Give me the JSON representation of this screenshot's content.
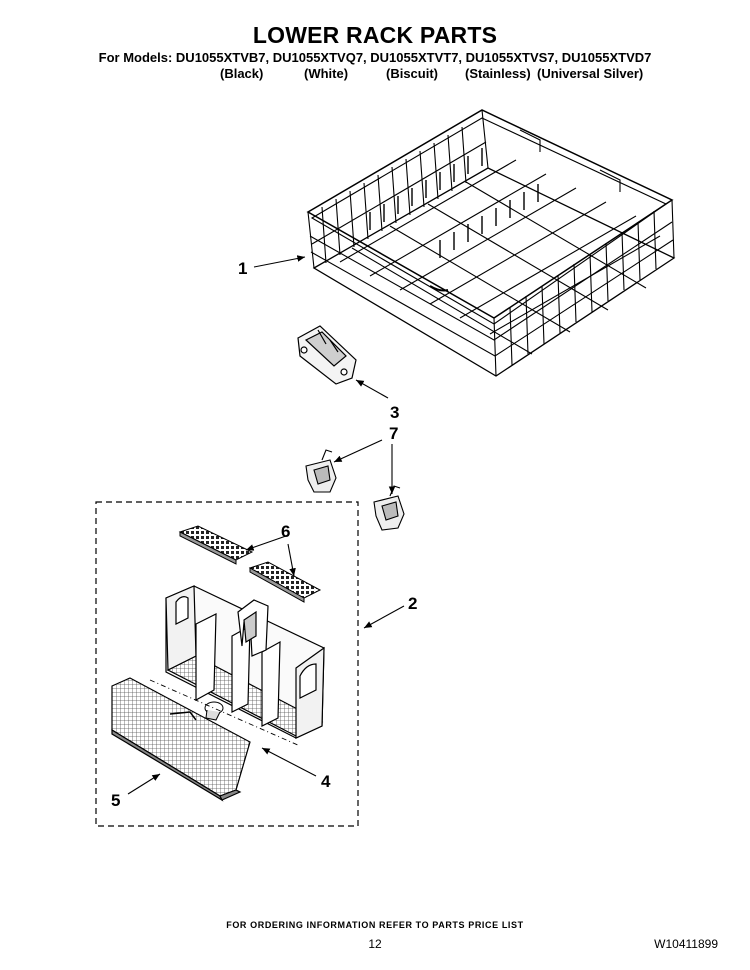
{
  "header": {
    "title": "LOWER RACK PARTS",
    "models_line": "For Models: DU1055XTVB7, DU1055XTVQ7, DU1055XTVT7, DU1055XTVS7, DU1055XTVD7",
    "variants": [
      "(Black)",
      "(White)",
      "(Biscuit)",
      "(Stainless)",
      "(Universal Silver)"
    ]
  },
  "callouts": {
    "c1": "1",
    "c2": "2",
    "c3": "3",
    "c4": "4",
    "c5": "5",
    "c6": "6",
    "c7": "7"
  },
  "footer": {
    "note": "FOR ORDERING INFORMATION REFER TO PARTS PRICE LIST",
    "page": "12",
    "doc_number": "W10411899"
  }
}
